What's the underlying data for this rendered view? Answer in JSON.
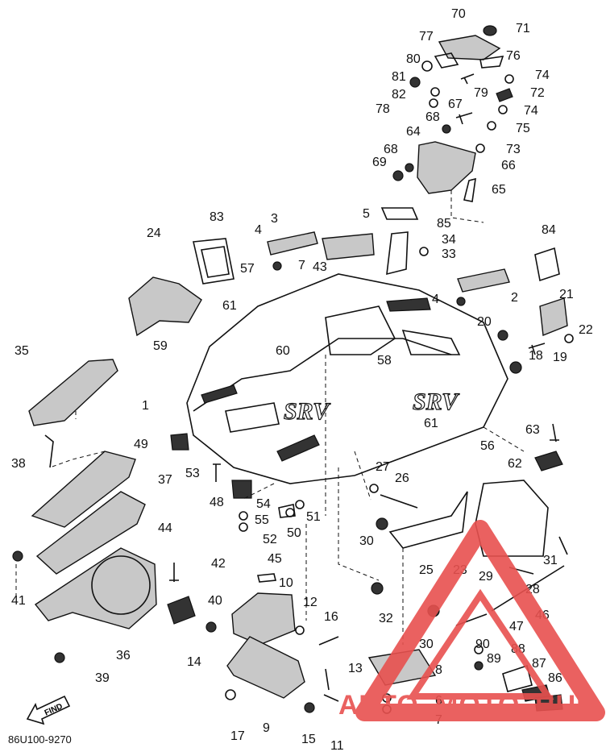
{
  "diagram": {
    "code": "86U100-9270",
    "logo_text": "SRV",
    "find_label": "FIND",
    "callouts": [
      {
        "n": "70"
      },
      {
        "n": "71"
      },
      {
        "n": "77"
      },
      {
        "n": "76"
      },
      {
        "n": "80"
      },
      {
        "n": "81"
      },
      {
        "n": "74"
      },
      {
        "n": "82"
      },
      {
        "n": "79"
      },
      {
        "n": "72"
      },
      {
        "n": "78"
      },
      {
        "n": "67"
      },
      {
        "n": "74"
      },
      {
        "n": "68"
      },
      {
        "n": "75"
      },
      {
        "n": "64"
      },
      {
        "n": "73"
      },
      {
        "n": "68"
      },
      {
        "n": "69"
      },
      {
        "n": "66"
      },
      {
        "n": "65"
      },
      {
        "n": "83"
      },
      {
        "n": "3"
      },
      {
        "n": "5"
      },
      {
        "n": "85"
      },
      {
        "n": "24"
      },
      {
        "n": "4"
      },
      {
        "n": "34"
      },
      {
        "n": "84"
      },
      {
        "n": "57"
      },
      {
        "n": "7"
      },
      {
        "n": "43"
      },
      {
        "n": "33"
      },
      {
        "n": "2"
      },
      {
        "n": "21"
      },
      {
        "n": "61"
      },
      {
        "n": "4"
      },
      {
        "n": "20"
      },
      {
        "n": "22"
      },
      {
        "n": "59"
      },
      {
        "n": "19"
      },
      {
        "n": "35"
      },
      {
        "n": "60"
      },
      {
        "n": "58"
      },
      {
        "n": "18"
      },
      {
        "n": "1"
      },
      {
        "n": "61"
      },
      {
        "n": "56"
      },
      {
        "n": "63"
      },
      {
        "n": "49"
      },
      {
        "n": "62"
      },
      {
        "n": "38"
      },
      {
        "n": "27"
      },
      {
        "n": "53"
      },
      {
        "n": "26"
      },
      {
        "n": "37"
      },
      {
        "n": "48"
      },
      {
        "n": "54"
      },
      {
        "n": "51"
      },
      {
        "n": "55"
      },
      {
        "n": "50"
      },
      {
        "n": "52"
      },
      {
        "n": "44"
      },
      {
        "n": "30"
      },
      {
        "n": "31"
      },
      {
        "n": "41"
      },
      {
        "n": "45"
      },
      {
        "n": "42"
      },
      {
        "n": "25"
      },
      {
        "n": "23"
      },
      {
        "n": "29"
      },
      {
        "n": "10"
      },
      {
        "n": "28"
      },
      {
        "n": "40"
      },
      {
        "n": "12"
      },
      {
        "n": "46"
      },
      {
        "n": "32"
      },
      {
        "n": "16"
      },
      {
        "n": "47"
      },
      {
        "n": "36"
      },
      {
        "n": "14"
      },
      {
        "n": "30"
      },
      {
        "n": "90"
      },
      {
        "n": "88"
      },
      {
        "n": "89"
      },
      {
        "n": "39"
      },
      {
        "n": "87"
      },
      {
        "n": "13"
      },
      {
        "n": "8"
      },
      {
        "n": "86"
      },
      {
        "n": "6"
      },
      {
        "n": "7"
      },
      {
        "n": "17"
      },
      {
        "n": "9"
      },
      {
        "n": "15"
      },
      {
        "n": "11"
      }
    ]
  },
  "watermark": {
    "text_left": "AUTO",
    "text_mid": "MOTO",
    "text_right": "HUB",
    "color": "#e8514f"
  }
}
